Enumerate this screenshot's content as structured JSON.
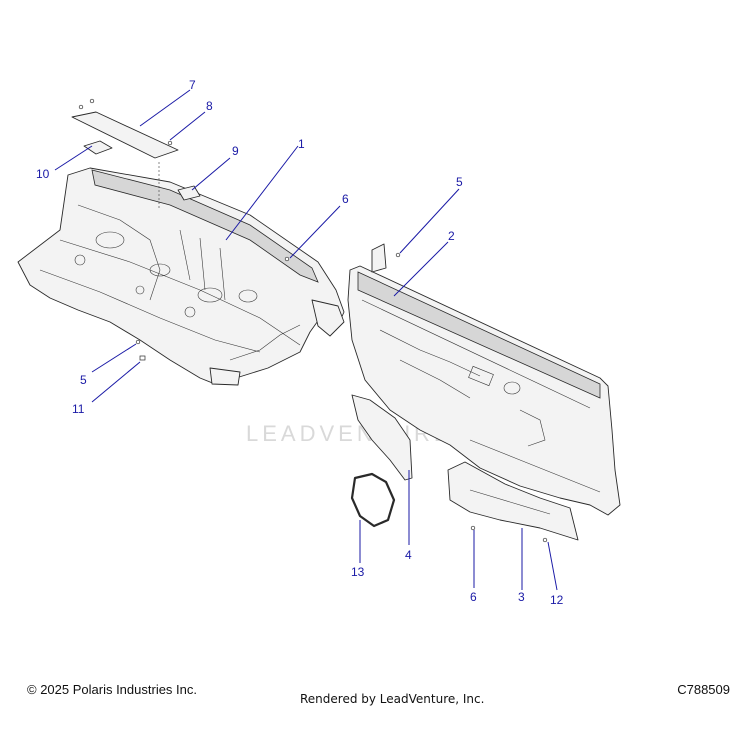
{
  "diagram": {
    "watermark": "LEADVENTURE",
    "callouts": {
      "c1": "1",
      "c2": "2",
      "c3": "3",
      "c4": "4",
      "c5a": "5",
      "c5b": "5",
      "c6a": "6",
      "c6b": "6",
      "c7": "7",
      "c8": "8",
      "c9": "9",
      "c10": "10",
      "c11": "11",
      "c12": "12",
      "c13": "13"
    }
  },
  "footer": {
    "copyright": "© 2025 Polaris Industries Inc.",
    "rendered_by": "Rendered by LeadVenture, Inc.",
    "diagram_code": "C788509"
  },
  "colors": {
    "callout": "#1a1aa6",
    "line_art": "#2a2a2a",
    "part_fill": "#f3f3f3"
  }
}
